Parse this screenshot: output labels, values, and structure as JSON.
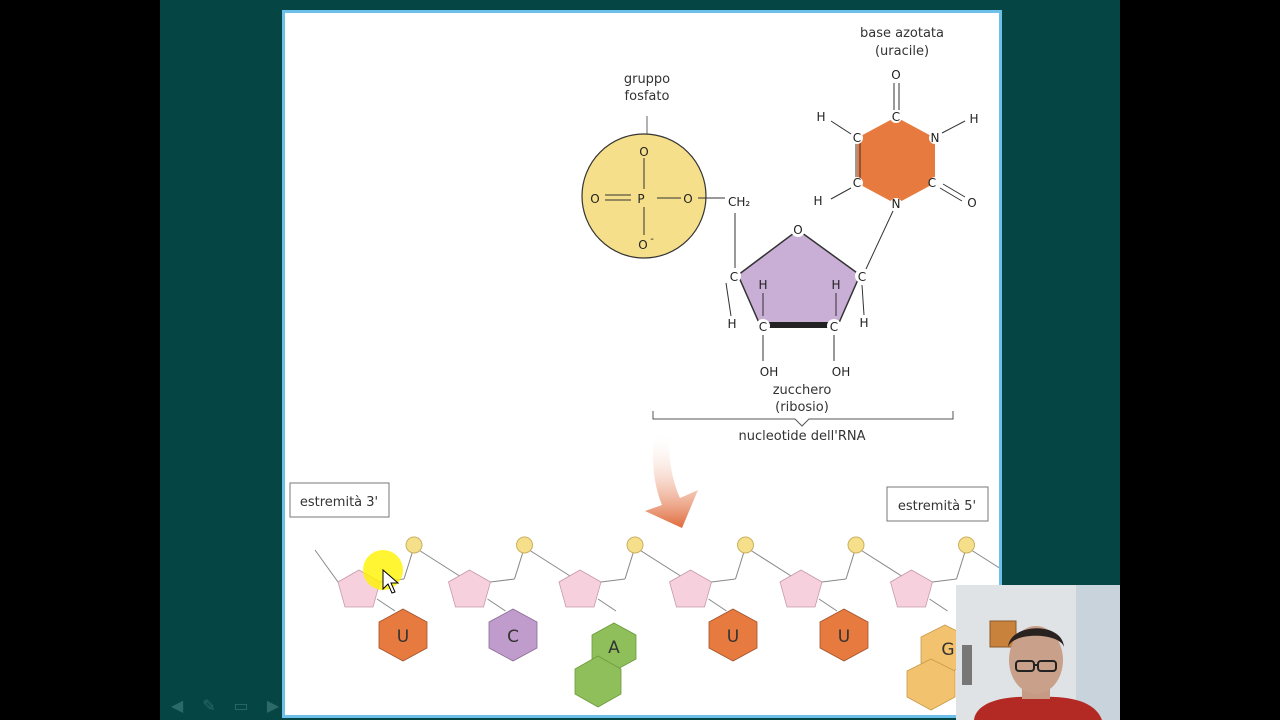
{
  "nucleotide": {
    "phosphate_label": [
      "gruppo",
      "fosfato"
    ],
    "base_label": [
      "base azotata",
      "(uracile)"
    ],
    "sugar_label": [
      "zucchero",
      "(ribosio)"
    ],
    "nucleotide_label": "nucleotide dell'RNA",
    "atoms": {
      "P": "P",
      "O": "O",
      "Ominus": "O",
      "minus": "-",
      "CH2": "CH₂",
      "C": "C",
      "N": "N",
      "H": "H",
      "OH": "OH"
    }
  },
  "strand": {
    "end_left": "estremità 3'",
    "end_right": "estremità 5'",
    "bases": [
      "U",
      "C",
      "A",
      "U",
      "U",
      "G"
    ]
  },
  "colors": {
    "slide_border": "#6cc0ea",
    "background": "#054544",
    "phosphate": "#f6df8a",
    "sugar": "#c9aed6",
    "uracil": "#e77a3f",
    "cytosine": "#c09ccc",
    "adenine": "#8fbf5a",
    "guanine": "#f3c26e",
    "strand_sugar": "#f6d0dc",
    "arrow": "#e06a3a",
    "cursor_highlight": "#fff200"
  },
  "toolbar": {
    "prev_icon": "◀",
    "pen_icon": "✎",
    "menu_icon": "▭",
    "next_icon": "▶"
  }
}
